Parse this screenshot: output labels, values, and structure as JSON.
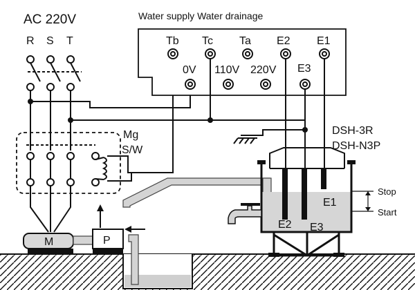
{
  "diagram": {
    "power_label": "AC 220V",
    "phases": [
      "R",
      "S",
      "T"
    ],
    "header_label": "Water supply  Water drainage",
    "top_terminals": [
      "Tb",
      "Tc",
      "Ta",
      "E2",
      "E1"
    ],
    "voltage_terminals": [
      "0V",
      "110V",
      "220V"
    ],
    "e3_terminal": "E3",
    "contactor_label_1": "Mg",
    "contactor_label_2": "S/W",
    "model_1": "DSH-3R",
    "model_2": "DSH-N3P",
    "motor_label": "M",
    "pump_label": "P",
    "level_stop": "Stop",
    "level_start": "Start",
    "electrodes": [
      "E1",
      "E2",
      "E3"
    ]
  }
}
